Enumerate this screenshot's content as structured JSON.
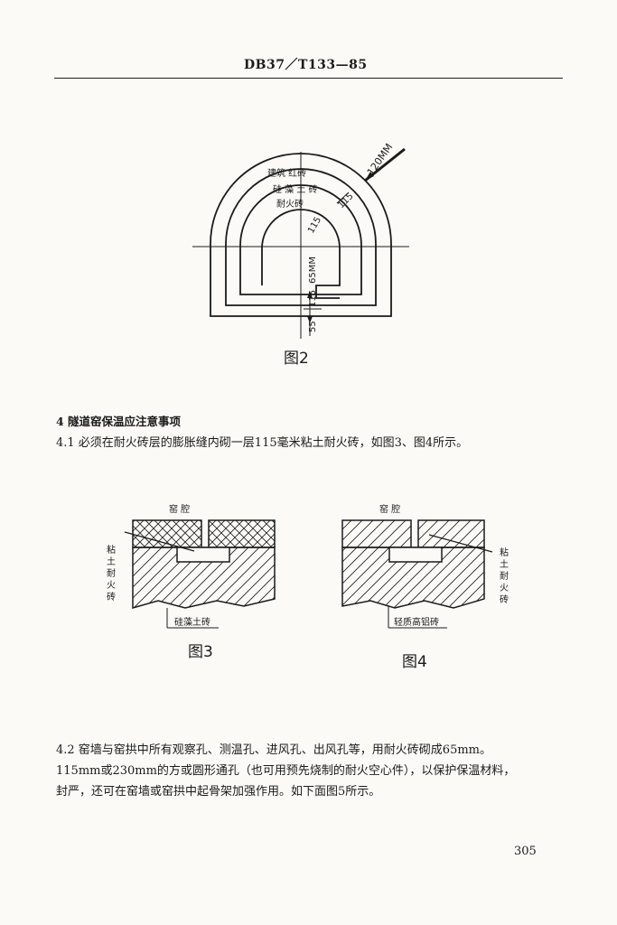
{
  "header": {
    "text": "DB37／T133—85"
  },
  "fig2": {
    "caption": "图2",
    "labels": {
      "outer_layer": "建筑  红砖",
      "middle_layer": "硅 藻 土 砖",
      "inner_layer": "耐火砖",
      "dim_120": "120MM",
      "dim_115_a": "115",
      "dim_115_b": "115",
      "dim_65": "65MM",
      "dim_115_c": "115",
      "dim_55": "55"
    }
  },
  "section4": {
    "heading": "4   隧道窑保温应注意事项",
    "p41": "4.1   必须在耐火砖层的膨胀缝内砌一层115毫米粘土耐火砖，如图3、图4所示。"
  },
  "fig3": {
    "caption": "图3",
    "label_top": "窑    腔",
    "label_side": [
      "粘",
      "土",
      "耐",
      "火",
      "砖"
    ],
    "label_bottom": "硅藻土砖"
  },
  "fig4": {
    "caption": "图4",
    "label_top": "窑    腔",
    "label_side": [
      "粘",
      "土",
      "耐",
      "火",
      "砖"
    ],
    "label_bottom": "轻质高铝砖"
  },
  "section42": {
    "lines": [
      "4.2   窑墙与窑拱中所有观察孔、测温孔、进风孔、出风孔等，用耐火砖砌成65mm。",
      "115mm或230mm的方或圆形通孔（也可用预先烧制的耐火空心件），以保护保温材料，",
      "封严，还可在窑墙或窑拱中起骨架加强作用。如下面图5所示。"
    ]
  },
  "page_number": "305"
}
